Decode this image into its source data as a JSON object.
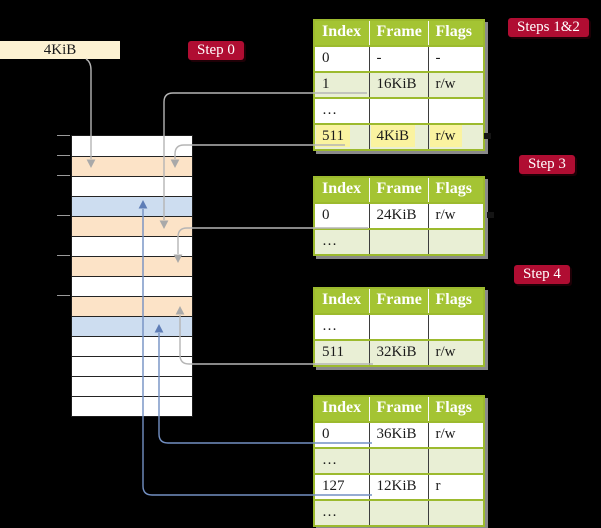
{
  "colors": {
    "bg": "#000000",
    "badge-red": "#b00d32",
    "label-cream": "#fdf2d2",
    "tbl-header-green": "#a4c433",
    "tbl-border-green": "#9cba2e",
    "row-light-green": "#e9efd5",
    "row-orange": "#fce3c7",
    "row-blue": "#cdddf0",
    "hl-yellow": "#faf3a0",
    "line-gray": "#b5b5b5",
    "line-gray-head": "#a9a9a9",
    "line-blue": "#7390c3",
    "line-blue-head": "#5e7db6",
    "shadow-gray": "#8a8a8a"
  },
  "frame_label": "4KiB",
  "badges": {
    "step0": "Step 0",
    "steps12": "Steps 1&2",
    "step3": "Step 3",
    "step4": "Step 4"
  },
  "memory": {
    "rows": [
      "white",
      "orange",
      "white",
      "blue",
      "orange",
      "white",
      "orange",
      "white",
      "orange",
      "blue",
      "white",
      "white",
      "white",
      "white"
    ],
    "tick_rows": [
      0,
      1,
      2,
      4,
      6,
      8
    ]
  },
  "tables": [
    {
      "headers": [
        "Index",
        "Frame",
        "Flags"
      ],
      "rows": [
        {
          "cells": [
            "0",
            "-",
            "-"
          ]
        },
        {
          "cells": [
            "1",
            "16KiB",
            "r/w"
          ]
        },
        {
          "cells": [
            "…",
            "",
            ""
          ]
        },
        {
          "cells": [
            "511",
            "4KiB",
            "r/w"
          ]
        }
      ]
    },
    {
      "headers": [
        "Index",
        "Frame",
        "Flags"
      ],
      "rows": [
        {
          "cells": [
            "0",
            "24KiB",
            "r/w"
          ]
        },
        {
          "cells": [
            "…",
            "",
            ""
          ]
        }
      ]
    },
    {
      "headers": [
        "Index",
        "Frame",
        "Flags"
      ],
      "rows": [
        {
          "cells": [
            "…",
            "",
            ""
          ]
        },
        {
          "cells": [
            "511",
            "32KiB",
            "r/w"
          ]
        }
      ]
    },
    {
      "headers": [
        "Index",
        "Frame",
        "Flags"
      ],
      "rows": [
        {
          "cells": [
            "0",
            "36KiB",
            "r/w"
          ]
        },
        {
          "cells": [
            "…",
            "",
            ""
          ]
        },
        {
          "cells": [
            "127",
            "12KiB",
            "r"
          ]
        },
        {
          "cells": [
            "…",
            "",
            ""
          ]
        }
      ]
    }
  ],
  "connectors": [
    {
      "from": "frame-size-label",
      "to": "memory-frame-4KiB",
      "color": "gray"
    },
    {
      "from": "table1-entry-1",
      "to": "memory-frame-16KiB",
      "color": "gray"
    },
    {
      "from": "table1-entry-511",
      "to": "memory-frame-4KiB",
      "color": "gray"
    },
    {
      "from": "table2-entry-0",
      "to": "memory-frame-24KiB",
      "color": "gray"
    },
    {
      "from": "table3-entry-511",
      "to": "memory-frame-32KiB",
      "color": "gray"
    },
    {
      "from": "table4-entry-0",
      "to": "memory-frame-36KiB",
      "color": "blue"
    },
    {
      "from": "table4-entry-127",
      "to": "memory-frame-12KiB",
      "color": "blue"
    }
  ]
}
